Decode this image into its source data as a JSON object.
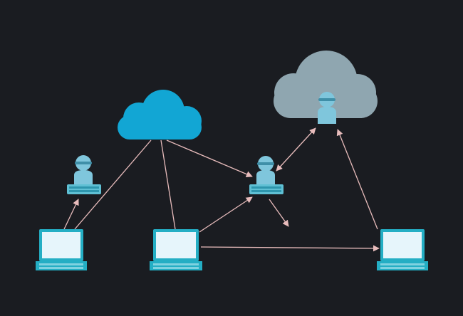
{
  "colors": {
    "background": "#1a1c21",
    "cloud_primary": "#12a6d4",
    "cloud_secondary": "#8fa6b0",
    "connector": "#e8bcbc",
    "device_frame": "#24aec4",
    "device_screen": "#e6f5fb",
    "device_keys": "#7fd2e0",
    "user_figure": "#7fc6dc",
    "user_desk": "#5fc0d4"
  },
  "nodes": [
    {
      "id": "cloud-primary",
      "icon": "cloud-icon"
    },
    {
      "id": "cloud-secondary",
      "icon": "cloud-icon"
    },
    {
      "id": "user-left",
      "icon": "user-at-desk-icon"
    },
    {
      "id": "user-center",
      "icon": "user-at-desk-icon"
    },
    {
      "id": "user-in-cloud",
      "icon": "user-icon"
    },
    {
      "id": "laptop-left",
      "icon": "laptop-icon"
    },
    {
      "id": "laptop-center",
      "icon": "laptop-icon"
    },
    {
      "id": "laptop-right",
      "icon": "laptop-icon"
    }
  ],
  "edges": [
    {
      "from": "laptop-left",
      "to": "user-left",
      "arrow": "end"
    },
    {
      "from": "laptop-left",
      "to": "cloud-primary",
      "arrow": "none"
    },
    {
      "from": "cloud-primary",
      "to": "laptop-center",
      "arrow": "none"
    },
    {
      "from": "cloud-primary",
      "to": "user-center",
      "arrow": "end"
    },
    {
      "from": "laptop-center",
      "to": "user-center",
      "arrow": "end"
    },
    {
      "from": "laptop-center",
      "to": "laptop-right",
      "arrow": "end"
    },
    {
      "from": "user-center",
      "to": "user-in-cloud",
      "arrow": "both"
    },
    {
      "from": "user-center",
      "to": "open",
      "arrow": "end"
    },
    {
      "from": "laptop-right",
      "to": "cloud-secondary",
      "arrow": "end"
    }
  ]
}
